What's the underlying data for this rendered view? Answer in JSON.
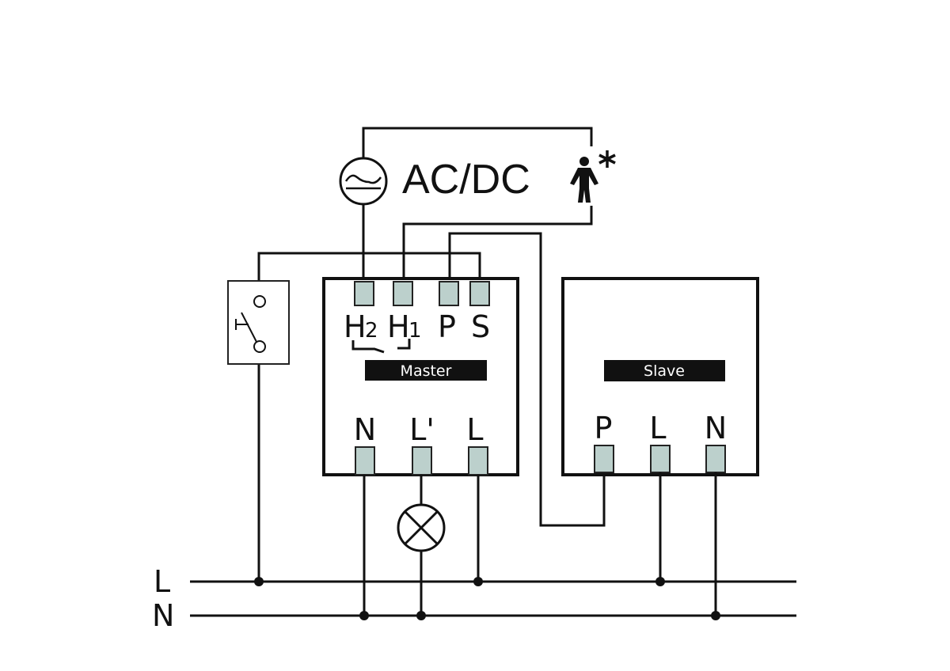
{
  "diagram": {
    "type": "wiring-diagram",
    "supply_label": "AC/DC",
    "supply_symbol": "ac-dc-source-icon",
    "sensor_symbol": "person-presence-icon",
    "colors": {
      "line": "#111111",
      "terminal_fill": "#bcd0cc",
      "label_bar": "#111111",
      "label_bar_text": "#ffffff"
    },
    "master": {
      "name": "Master",
      "top_terminals": [
        {
          "main": "H",
          "sub": "2"
        },
        {
          "main": "H",
          "sub": "1"
        },
        {
          "main": "P",
          "sub": ""
        },
        {
          "main": "S",
          "sub": ""
        }
      ],
      "bottom_terminals": [
        "N",
        "L'",
        "L"
      ]
    },
    "slave": {
      "name": "Slave",
      "bottom_terminals": [
        "P",
        "L",
        "N"
      ]
    },
    "mains": {
      "line_label": "L",
      "neutral_label": "N"
    },
    "components": [
      "push-button-switch",
      "lamp",
      "ac-dc-source",
      "presence-sensor"
    ]
  }
}
